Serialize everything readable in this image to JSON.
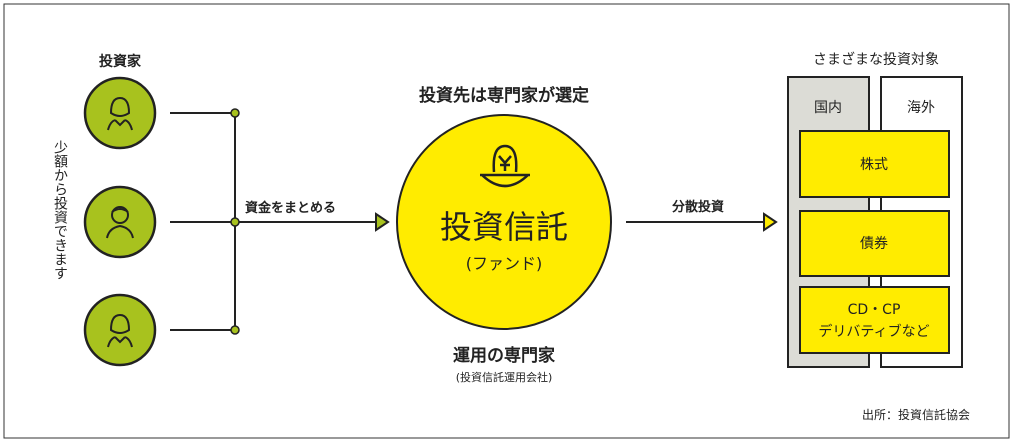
{
  "investors": {
    "title": "投資家",
    "side_note": "少額から投資できます",
    "items": [
      {
        "icon": "woman-icon"
      },
      {
        "icon": "man-icon"
      },
      {
        "icon": "woman-icon"
      }
    ]
  },
  "flow": {
    "pool_label": "資金をまとめる",
    "diversify_label": "分散投資"
  },
  "fund": {
    "top_caption": "投資先は専門家が選定",
    "title": "投資信託",
    "subtitle": "(ファンド)",
    "icon": "yen-coin-icon",
    "manager_title": "運用の専門家",
    "manager_sub": "(投資信託運用会社)"
  },
  "targets": {
    "title": "さまざまな投資対象",
    "domestic": "国内",
    "overseas": "海外",
    "items": [
      "株式",
      "債券",
      "CD・CP",
      "デリバティブなど"
    ]
  },
  "source": "出所：投資信託協会",
  "colors": {
    "green": "#a8c21e",
    "yellow": "#ffec00",
    "gray": "#dcdcd6"
  }
}
